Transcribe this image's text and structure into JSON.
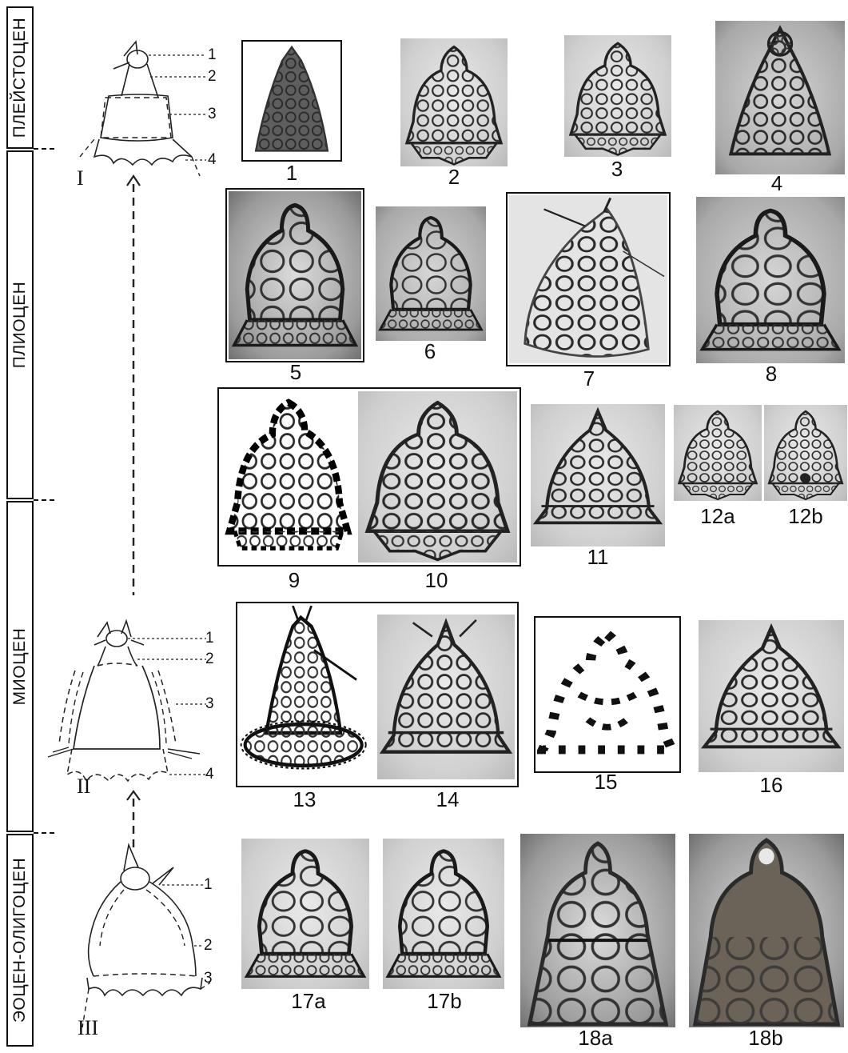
{
  "epochs": [
    "ПЛЕЙСТОЦЕН",
    "ПЛИОЦЕН",
    "МИОЦЕН",
    "ЭОЦЕН-ОЛИГОЦЕН"
  ],
  "schemes": [
    {
      "roman": "I",
      "parts": [
        "1",
        "2",
        "3",
        "4"
      ]
    },
    {
      "roman": "II",
      "parts": [
        "1",
        "2",
        "3",
        "4"
      ]
    },
    {
      "roman": "III",
      "parts": [
        "1",
        "2",
        "3"
      ]
    }
  ],
  "specimens": [
    "1",
    "2",
    "3",
    "4",
    "5",
    "6",
    "7",
    "8",
    "9",
    "10",
    "11",
    "12a",
    "12b",
    "13",
    "14",
    "15",
    "16",
    "17a",
    "17b",
    "18a",
    "18b"
  ]
}
